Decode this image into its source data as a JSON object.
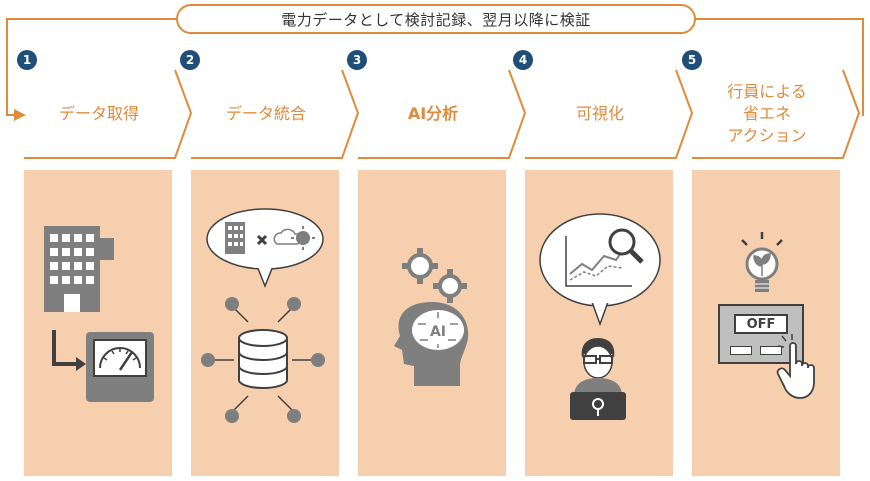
{
  "banner": {
    "text": "電力データとして検討記録、翌月以降に検証"
  },
  "steps": [
    {
      "number": "1",
      "label": "データ取得",
      "icon": "building-meter-icon"
    },
    {
      "number": "2",
      "label": "データ統合",
      "icon": "database-integration-icon"
    },
    {
      "number": "3",
      "label": "AI分析",
      "icon": "ai-brain-gears-icon"
    },
    {
      "number": "4",
      "label": "可視化",
      "icon": "analyst-chart-icon"
    },
    {
      "number": "5",
      "label": "行員による\n省エネ\nアクション",
      "icon": "lightbulb-off-switch-icon"
    }
  ],
  "icons": {
    "ai_text": "AI",
    "switch_text": "OFF"
  },
  "colors": {
    "accent": "#e08a3c",
    "panel": "#f6cfae",
    "number_badge": "#1f4e79",
    "icon_gray": "#7f7f7f"
  }
}
